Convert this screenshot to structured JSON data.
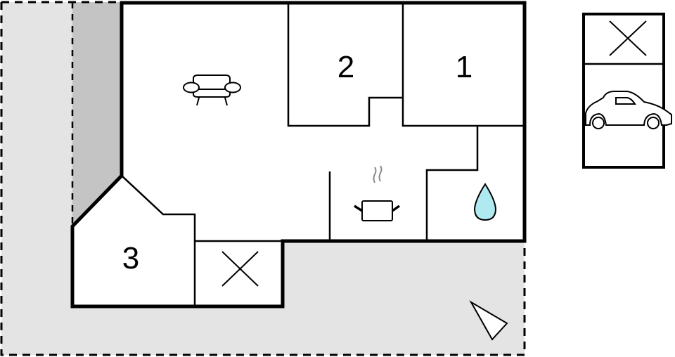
{
  "colors": {
    "outdoor": "#e4e4e4",
    "terrace": "#c4c4c4",
    "wall": "#000000",
    "room_fill": "#ffffff",
    "water": "#aeeaf0",
    "steam": "#8a8a8a"
  },
  "rooms": [
    {
      "id": "bedroom-1",
      "label": "1"
    },
    {
      "id": "bedroom-2",
      "label": "2"
    },
    {
      "id": "bedroom-3",
      "label": "3"
    }
  ],
  "icons": {
    "living": "sofa-icon",
    "kitchen": "cooking-pot-icon",
    "bathroom": "water-drop-icon",
    "wc": "cross-icon",
    "garage_storage": "cross-icon",
    "garage": "car-icon",
    "north": "north-arrow-icon"
  }
}
